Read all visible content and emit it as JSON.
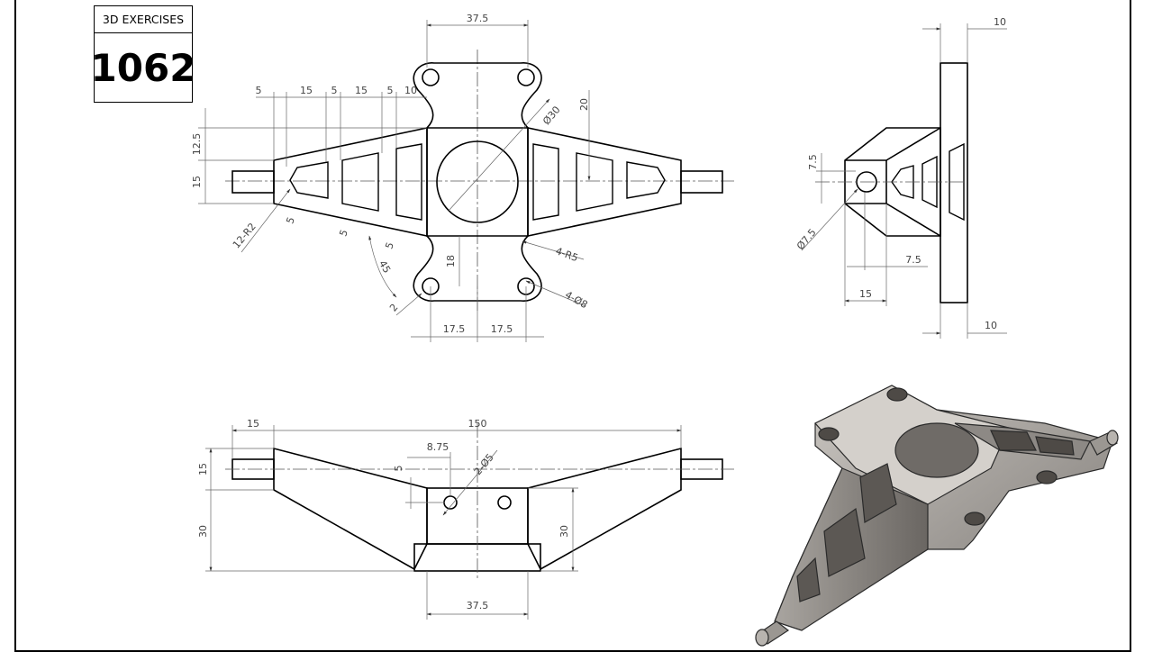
{
  "title_block": {
    "label": "3D EXERCISES",
    "number": "1062"
  },
  "dimensions": {
    "top_37_5": "37.5",
    "top_10": "10",
    "d_5a": "5",
    "d_15a": "15",
    "d_5b": "5",
    "d_15b": "15",
    "d_5c": "5",
    "d_10": "10",
    "phi30": "Ø30",
    "d_20": "20",
    "d_12_5": "12.5",
    "d_15_left": "15",
    "r2": "12-R2",
    "rib5a": "5",
    "rib5b": "5",
    "rib5c": "5",
    "ang45": "45",
    "d_2": "2",
    "d_18": "18",
    "r5": "4-R5",
    "phi8": "4-Ø8",
    "d_17_5a": "17.5",
    "d_17_5b": "17.5",
    "side_10_top": "10",
    "side_7_5_v": "7.5",
    "side_phi7_5": "Ø7.5",
    "side_7_5_h": "7.5",
    "side_15": "15",
    "side_10_bot": "10",
    "front_15_top": "15",
    "front_150": "150",
    "front_8_75": "8.75",
    "front_2phi5": "2-Ø5",
    "front_5": "5",
    "front_15_left": "15",
    "front_30_left": "30",
    "front_30_right": "30",
    "front_37_5": "37.5"
  }
}
